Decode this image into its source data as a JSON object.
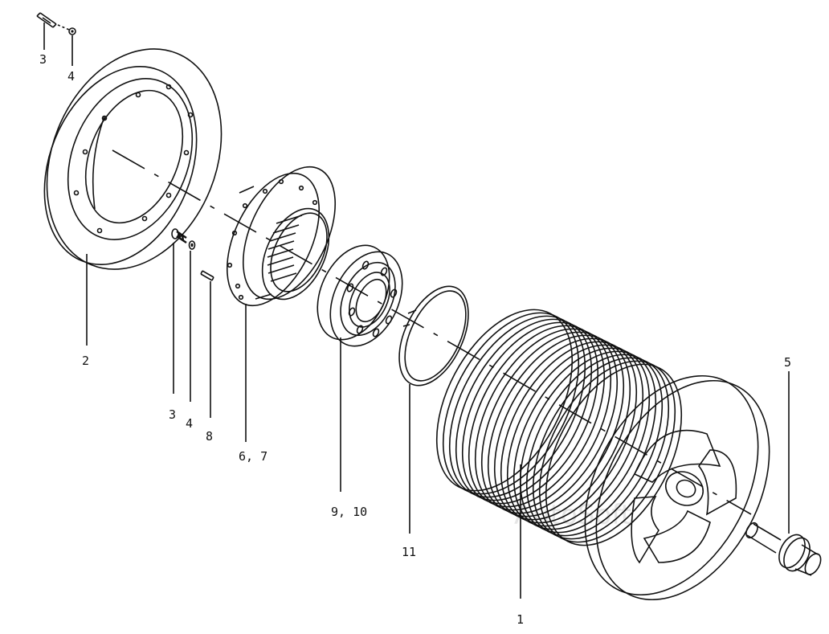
{
  "callouts": {
    "c3_top": "3",
    "c4_top": "4",
    "c2": "2",
    "c3_mid": "3",
    "c4_mid": "4",
    "c8": "8",
    "c6_7": "6, 7",
    "c9_10": "9, 10",
    "c11": "11",
    "c5": "5",
    "c1": "1"
  },
  "watermark": "AutoSoft"
}
